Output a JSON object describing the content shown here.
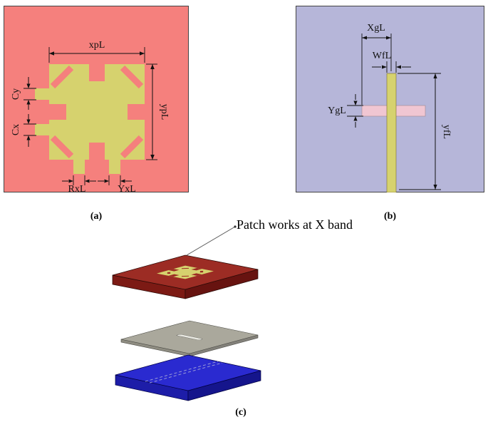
{
  "palette": {
    "substrate_red": "#f5807d",
    "patch_yellow": "#d6d26e",
    "substrate_lavender": "#b6b6d9",
    "slot_pink": "#f0c6d2",
    "layer_red_top": "#9c2c24",
    "layer_red_front": "#7c1a14",
    "layer_red_side": "#671310",
    "layer_gray_top": "#aaa89c",
    "layer_gray_front": "#8f8d82",
    "layer_gray_side": "#83817a",
    "layer_blue_top": "#2a2ad0",
    "layer_blue_front": "#1d1da8",
    "layer_blue_side": "#15158c",
    "sheet_slot_fill": "#e9e9e1"
  },
  "panel_a": {
    "caption": "(a)",
    "labels": {
      "xpL": "xpL",
      "ypL": "ypL",
      "Cy": "Cy",
      "Cx": "Cx",
      "RxL": "RxL",
      "YxL": "YxL"
    }
  },
  "panel_b": {
    "caption": "(b)",
    "labels": {
      "XgL": "XgL",
      "WfL": "WfL",
      "YgL": "YgL",
      "yfL": "yfL"
    }
  },
  "panel_c": {
    "caption": "(c)",
    "annotation": "Patch works at X band"
  }
}
